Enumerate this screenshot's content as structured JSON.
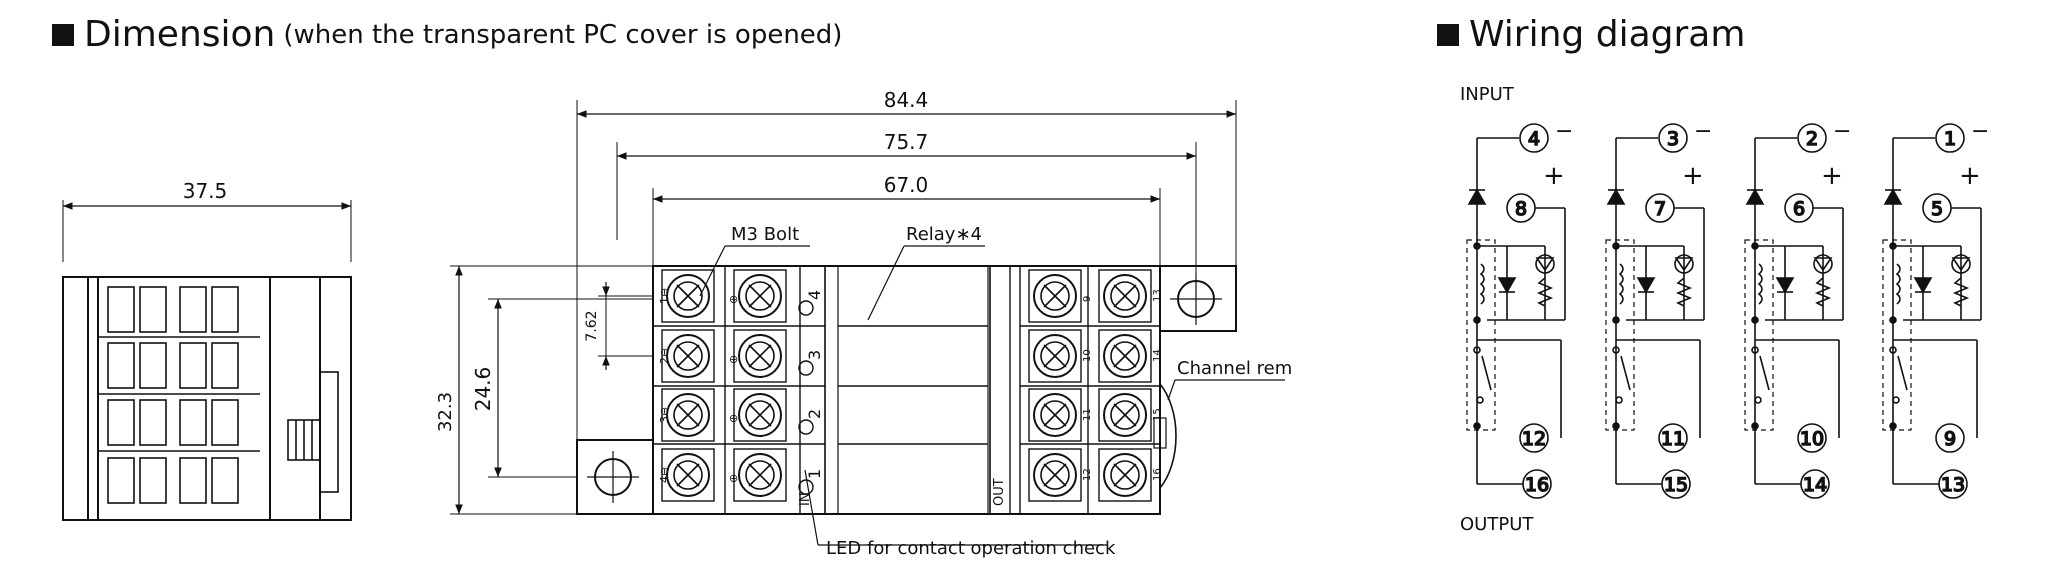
{
  "dimension": {
    "title": "Dimension",
    "subtitle": "(when the transparent PC cover is opened)",
    "labels": {
      "width_side": "37.5",
      "overall_length": "84.4",
      "mount_pitch": "75.7",
      "terminal_span": "67.0",
      "height": "32.3",
      "pitch_24": "24.6",
      "pitch_762": "7.62",
      "m3_bolt": "M3 Bolt",
      "relay": "Relay∗4",
      "channel": "Channel rem",
      "led": "LED for contact operation check",
      "in": "IN",
      "out": "OUT"
    },
    "led_numbers": [
      "4",
      "3",
      "2",
      "1"
    ],
    "left_term_marks": [
      "1⊖",
      "2⊖",
      "3⊖",
      "4⊖"
    ],
    "right_term_numbers_a": [
      "9",
      "10",
      "11",
      "12"
    ],
    "right_term_numbers_b": [
      "13",
      "14",
      "15",
      "16"
    ]
  },
  "wiring": {
    "title": "Wiring diagram",
    "input_label": "INPUT",
    "output_label": "OUTPUT",
    "minus": "−",
    "plus": "+",
    "channels": [
      {
        "in_minus": "4",
        "in_plus": "8",
        "out_a": "12",
        "out_b": "16"
      },
      {
        "in_minus": "3",
        "in_plus": "7",
        "out_a": "11",
        "out_b": "15"
      },
      {
        "in_minus": "2",
        "in_plus": "6",
        "out_a": "10",
        "out_b": "14"
      },
      {
        "in_minus": "1",
        "in_plus": "5",
        "out_a": "9",
        "out_b": "13"
      }
    ]
  }
}
